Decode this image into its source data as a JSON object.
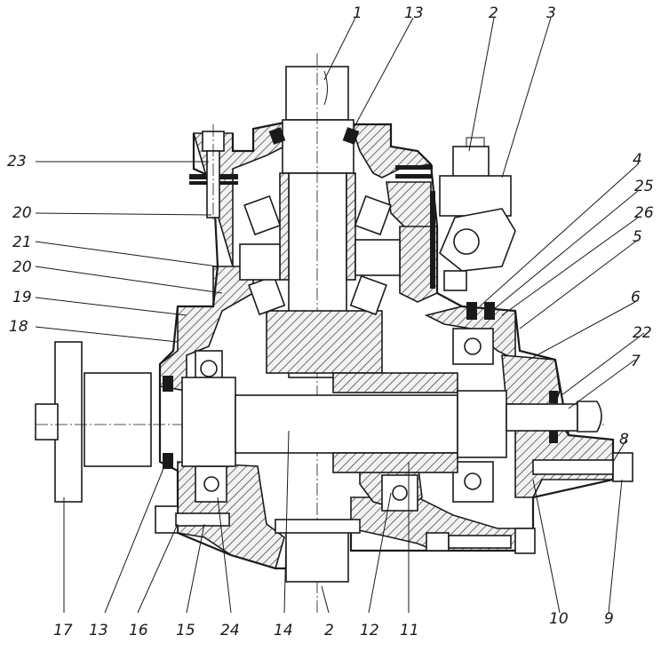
{
  "callouts": [
    {
      "text": "1"
    },
    {
      "text": "13"
    },
    {
      "text": "2"
    },
    {
      "text": "3"
    },
    {
      "text": "4"
    },
    {
      "text": "25"
    },
    {
      "text": "26"
    },
    {
      "text": "5"
    },
    {
      "text": "6"
    },
    {
      "text": "22"
    },
    {
      "text": "7"
    },
    {
      "text": "8"
    },
    {
      "text": "23"
    },
    {
      "text": "20"
    },
    {
      "text": "21"
    },
    {
      "text": "20"
    },
    {
      "text": "19"
    },
    {
      "text": "18"
    },
    {
      "text": "17"
    },
    {
      "text": "13"
    },
    {
      "text": "16"
    },
    {
      "text": "15"
    },
    {
      "text": "24"
    },
    {
      "text": "14"
    },
    {
      "text": "2"
    },
    {
      "text": "12"
    },
    {
      "text": "11"
    },
    {
      "text": "10"
    },
    {
      "text": "9"
    }
  ]
}
